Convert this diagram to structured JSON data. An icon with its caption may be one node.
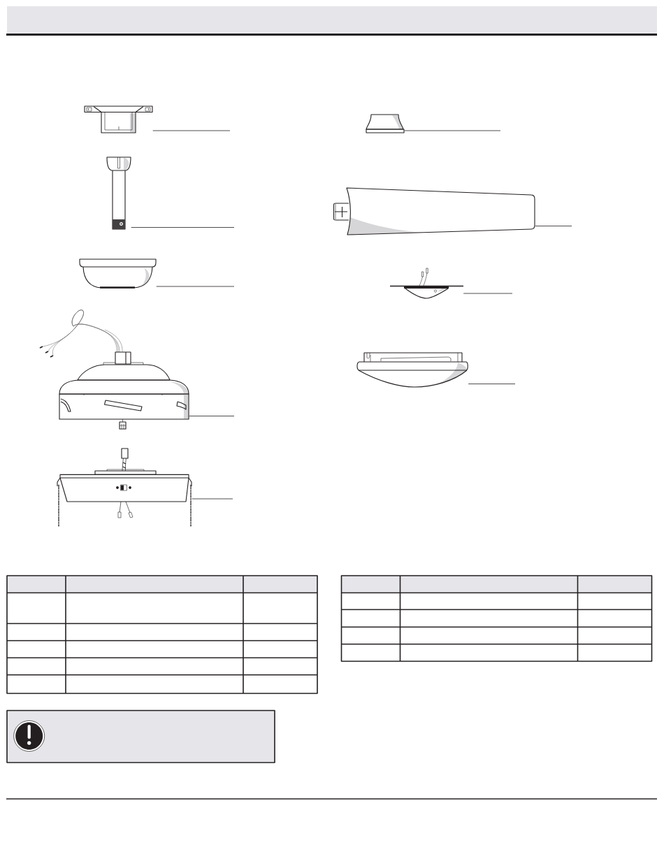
{
  "diagram": {
    "nodes": [
      {
        "text": [],
        "shape": "picture"
      },
      {
        "text": [],
        "shape": "picture"
      },
      {
        "text": [],
        "shape": "picture"
      },
      {
        "text": [],
        "shape": "picture"
      },
      {
        "text": [],
        "shape": "picture"
      },
      {
        "text": [],
        "shape": "picture"
      },
      {
        "text": [],
        "shape": "picture"
      },
      {
        "text": [],
        "shape": "picture"
      },
      {
        "text": [],
        "shape": "picture"
      }
    ],
    "edges": [
      {
        "from": null,
        "to": 0,
        "arrow": "none"
      },
      {
        "from": null,
        "to": 1,
        "arrow": "none"
      },
      {
        "from": null,
        "to": 2,
        "arrow": "none"
      },
      {
        "from": null,
        "to": 3,
        "arrow": "none"
      },
      {
        "from": null,
        "to": 4,
        "arrow": "none"
      },
      {
        "from": null,
        "to": 5,
        "arrow": "none"
      },
      {
        "from": null,
        "to": 6,
        "arrow": "none"
      },
      {
        "from": null,
        "to": 7,
        "arrow": "none"
      },
      {
        "from": null,
        "to": 8,
        "arrow": "none"
      }
    ]
  }
}
